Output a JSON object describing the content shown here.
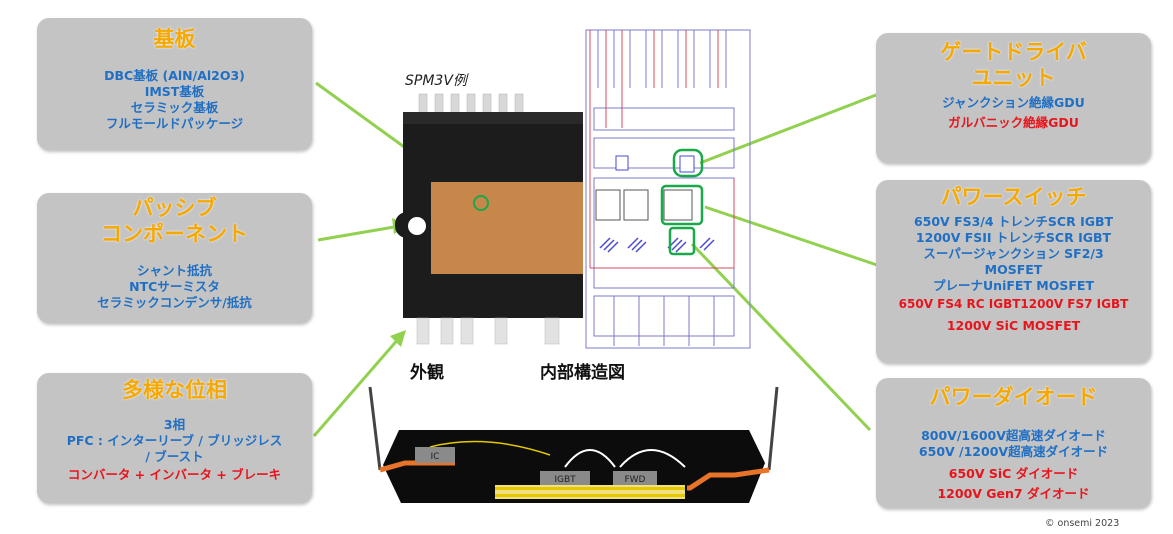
{
  "left_boxes": [
    {
      "title": "基板",
      "items": [
        {
          "text": "DBC基板 (AlN/Al2O3)",
          "color": "blue"
        },
        {
          "text": "IMST基板",
          "color": "blue"
        },
        {
          "text": "セラミック基板",
          "color": "blue"
        },
        {
          "text": "フルモールドパッケージ",
          "color": "blue"
        }
      ]
    },
    {
      "title": "パッシブ\nコンポーネント",
      "items": [
        {
          "text": "シャント抵抗",
          "color": "blue"
        },
        {
          "text": "NTCサーミスタ",
          "color": "blue"
        },
        {
          "text": "セラミックコンデンサ/抵抗",
          "color": "blue"
        }
      ]
    },
    {
      "title": "多様な位相",
      "items": [
        {
          "text": "3相",
          "color": "blue"
        },
        {
          "text": "PFC : インターリーブ / ブリッジレス",
          "color": "blue"
        },
        {
          "text": "/ ブースト",
          "color": "blue"
        },
        {
          "text": "コンバータ + インバータ + ブレーキ",
          "color": "red"
        }
      ]
    }
  ],
  "right_boxes": [
    {
      "title": "ゲートドライバ\nユニット",
      "items": [
        {
          "text": "ジャンクション絶縁GDU",
          "color": "blue"
        },
        {
          "text": "ガルバニック絶縁GDU",
          "color": "red"
        }
      ]
    },
    {
      "title": "パワースイッチ",
      "items": [
        {
          "text": "650V FS3/4 トレンチSCR IGBT",
          "color": "blue"
        },
        {
          "text": "1200V FSII トレンチSCR IGBT",
          "color": "blue"
        },
        {
          "text": "スーパージャンクション SF2/3",
          "color": "blue"
        },
        {
          "text": "MOSFET",
          "color": "blue"
        },
        {
          "text": "プレーナUniFET MOSFET",
          "color": "blue"
        },
        {
          "text": "650V FS4 RC IGBT1200V FS7 IGBT",
          "color": "red"
        },
        {
          "text": "1200V SiC MOSFET",
          "color": "red"
        }
      ]
    },
    {
      "title": "パワーダイオード",
      "items": [
        {
          "text": "800V/1600V超高速ダイオード",
          "color": "blue"
        },
        {
          "text": "650V /1200V超高速ダイオード",
          "color": "blue"
        },
        {
          "text": "650V SiC ダイオード",
          "color": "red"
        },
        {
          "text": "1200V Gen7 ダイオード",
          "color": "red"
        }
      ]
    }
  ],
  "center": {
    "example_label": "SPM3V例",
    "exterior_label": "外観",
    "internal_label": "内部構造図",
    "cross_section": {
      "ic": "IC",
      "igbt": "IGBT",
      "fwd": "FWD"
    }
  },
  "copyright": "© onsemi 2023",
  "colors": {
    "title": "#f5a800",
    "blue": "#1f6fc4",
    "red": "#e8141c",
    "box": "#c4c4c4",
    "connector": "#92d050",
    "highlight": "#1aa84a",
    "substrate": "#c8874a",
    "orange_lead": "#e8742a"
  }
}
